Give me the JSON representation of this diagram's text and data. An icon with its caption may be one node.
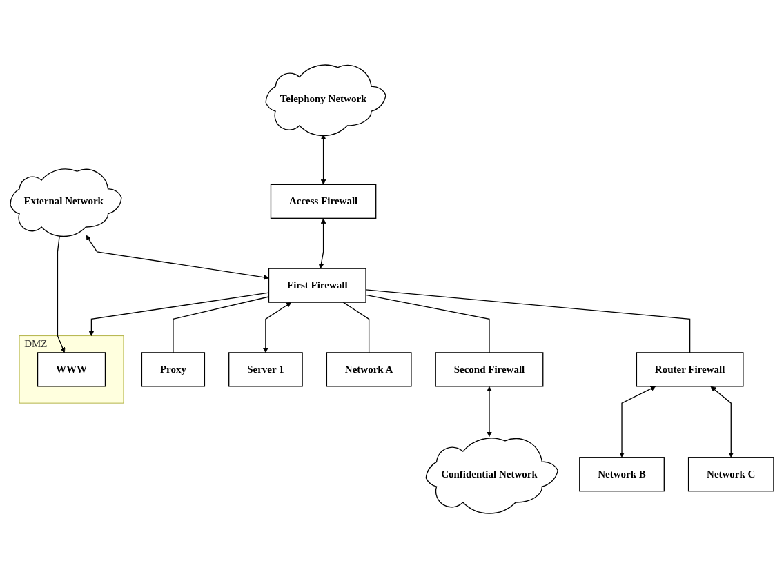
{
  "diagram": {
    "nodes": [
      {
        "text": [
          "Telephony Network"
        ]
      },
      {
        "text": [
          "External Network"
        ]
      },
      {
        "text": [
          "DMZ"
        ]
      },
      {
        "text": [
          "WWW"
        ],
        "in": 2
      },
      {
        "text": [
          "Access Firewall"
        ]
      },
      {
        "text": [
          "First Firewall"
        ]
      },
      {
        "text": [
          "Proxy"
        ]
      },
      {
        "text": [
          "Second Firewall"
        ]
      },
      {
        "text": [
          "Server 1"
        ]
      },
      {
        "text": [
          "Network A"
        ]
      },
      {
        "text": [
          "Router Firewall"
        ]
      },
      {
        "text": [
          "Confidential Network"
        ]
      },
      {
        "text": [
          "Network B"
        ]
      },
      {
        "text": [
          "Network C"
        ]
      }
    ],
    "edges": [
      {
        "from": 0,
        "to": 4,
        "arrow": "both"
      },
      {
        "from": 1,
        "to": 5,
        "arrow": "both"
      },
      {
        "from": 1,
        "to": 3,
        "arrow": "to"
      },
      {
        "from": 4,
        "to": 5,
        "arrow": "both"
      },
      {
        "from": 5,
        "to": 2,
        "arrow": "to"
      },
      {
        "from": 5,
        "to": 6,
        "arrow": "none"
      },
      {
        "from": 5,
        "to": 7,
        "arrow": "none"
      },
      {
        "from": 5,
        "to": 8,
        "arrow": "both"
      },
      {
        "from": 5,
        "to": 9,
        "arrow": "none"
      },
      {
        "from": 5,
        "to": 10,
        "arrow": "none"
      },
      {
        "from": 7,
        "to": 11,
        "arrow": "both"
      },
      {
        "from": 10,
        "to": 12,
        "arrow": "both"
      },
      {
        "from": 10,
        "to": 13,
        "arrow": "both"
      }
    ]
  }
}
